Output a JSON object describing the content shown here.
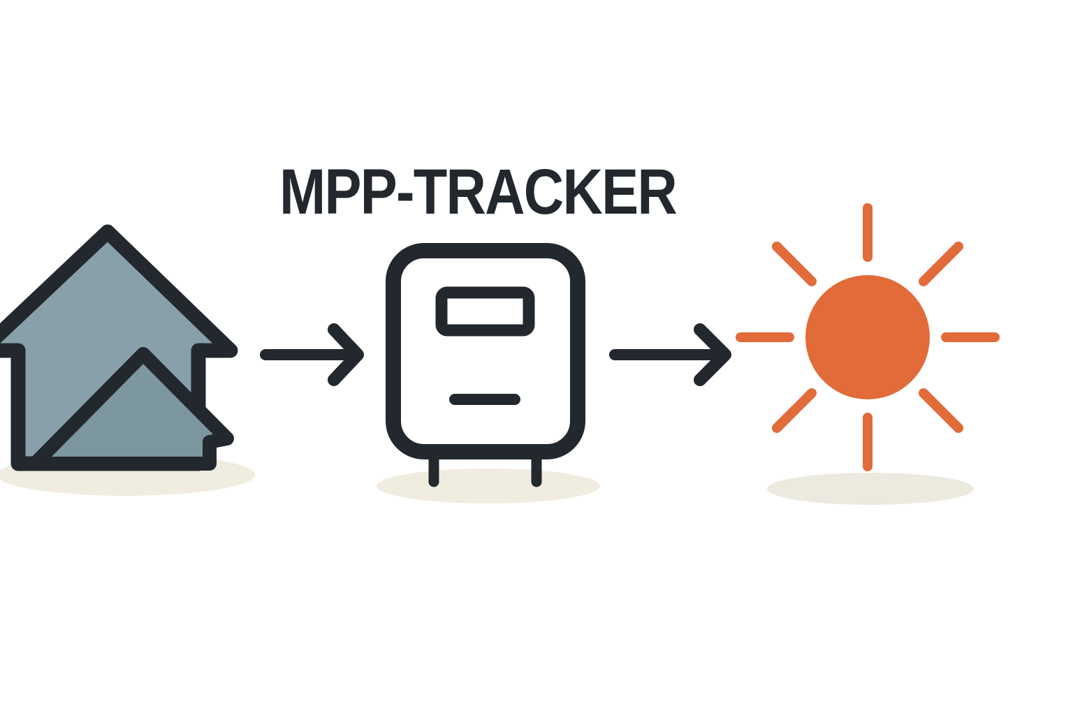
{
  "title": {
    "label": "MPP-TRACKER"
  },
  "diagram": {
    "nodes": [
      {
        "id": "house",
        "icon": "house-icon"
      },
      {
        "id": "inverter",
        "icon": "inverter-icon",
        "label": "MPP-TRACKER"
      },
      {
        "id": "sun",
        "icon": "sun-icon"
      }
    ],
    "connectors": [
      {
        "from": "house",
        "to": "inverter",
        "type": "arrow-right"
      },
      {
        "from": "inverter",
        "to": "sun",
        "type": "arrow-right"
      }
    ]
  },
  "colors": {
    "background": "#ffffff",
    "outline_dark": "#23282e",
    "house_fill_back": "#87a0a9",
    "house_fill_front": "#7d97a0",
    "sun_orange": "#e26b3a",
    "shadow_cream": "#f0ecdf",
    "shadow_warm_gray": "#ece9df",
    "device_fill": "#ffffff"
  }
}
